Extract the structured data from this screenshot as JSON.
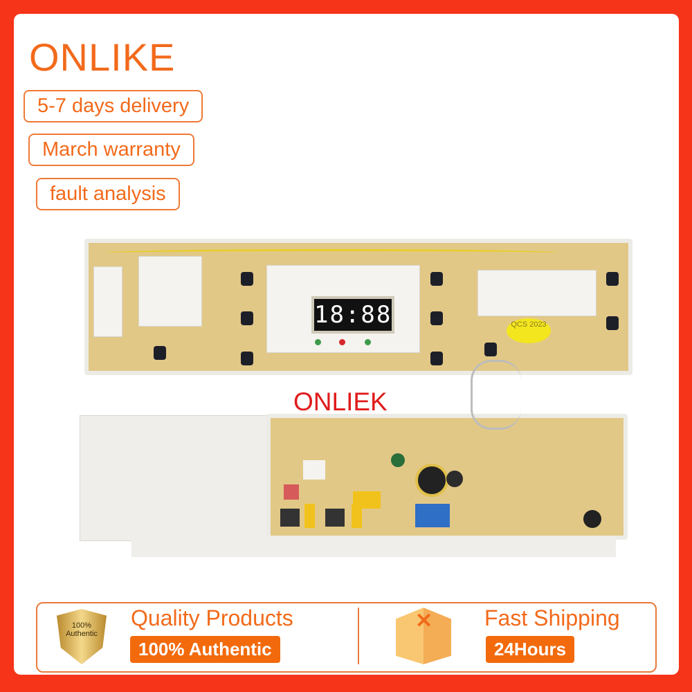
{
  "brand": {
    "title": "ONLIKE",
    "color": "#f26a1b"
  },
  "features": [
    "5-7 days delivery",
    "March warranty",
    "fault analysis"
  ],
  "product": {
    "display_text": "18:88",
    "sticker_text": "QCS 2023",
    "watermark": "ONLIEK"
  },
  "banner": {
    "seal_text": "100% Authentic",
    "quality_title": "Quality Products",
    "quality_pill": "100% Authentic",
    "shipping_title": "Fast Shipping",
    "shipping_pill": "24Hours",
    "seal_icon": "gold-shield-icon",
    "box_icon": "package-box-icon"
  },
  "colors": {
    "frame": "#f5341a",
    "accent": "#f26a0c"
  }
}
